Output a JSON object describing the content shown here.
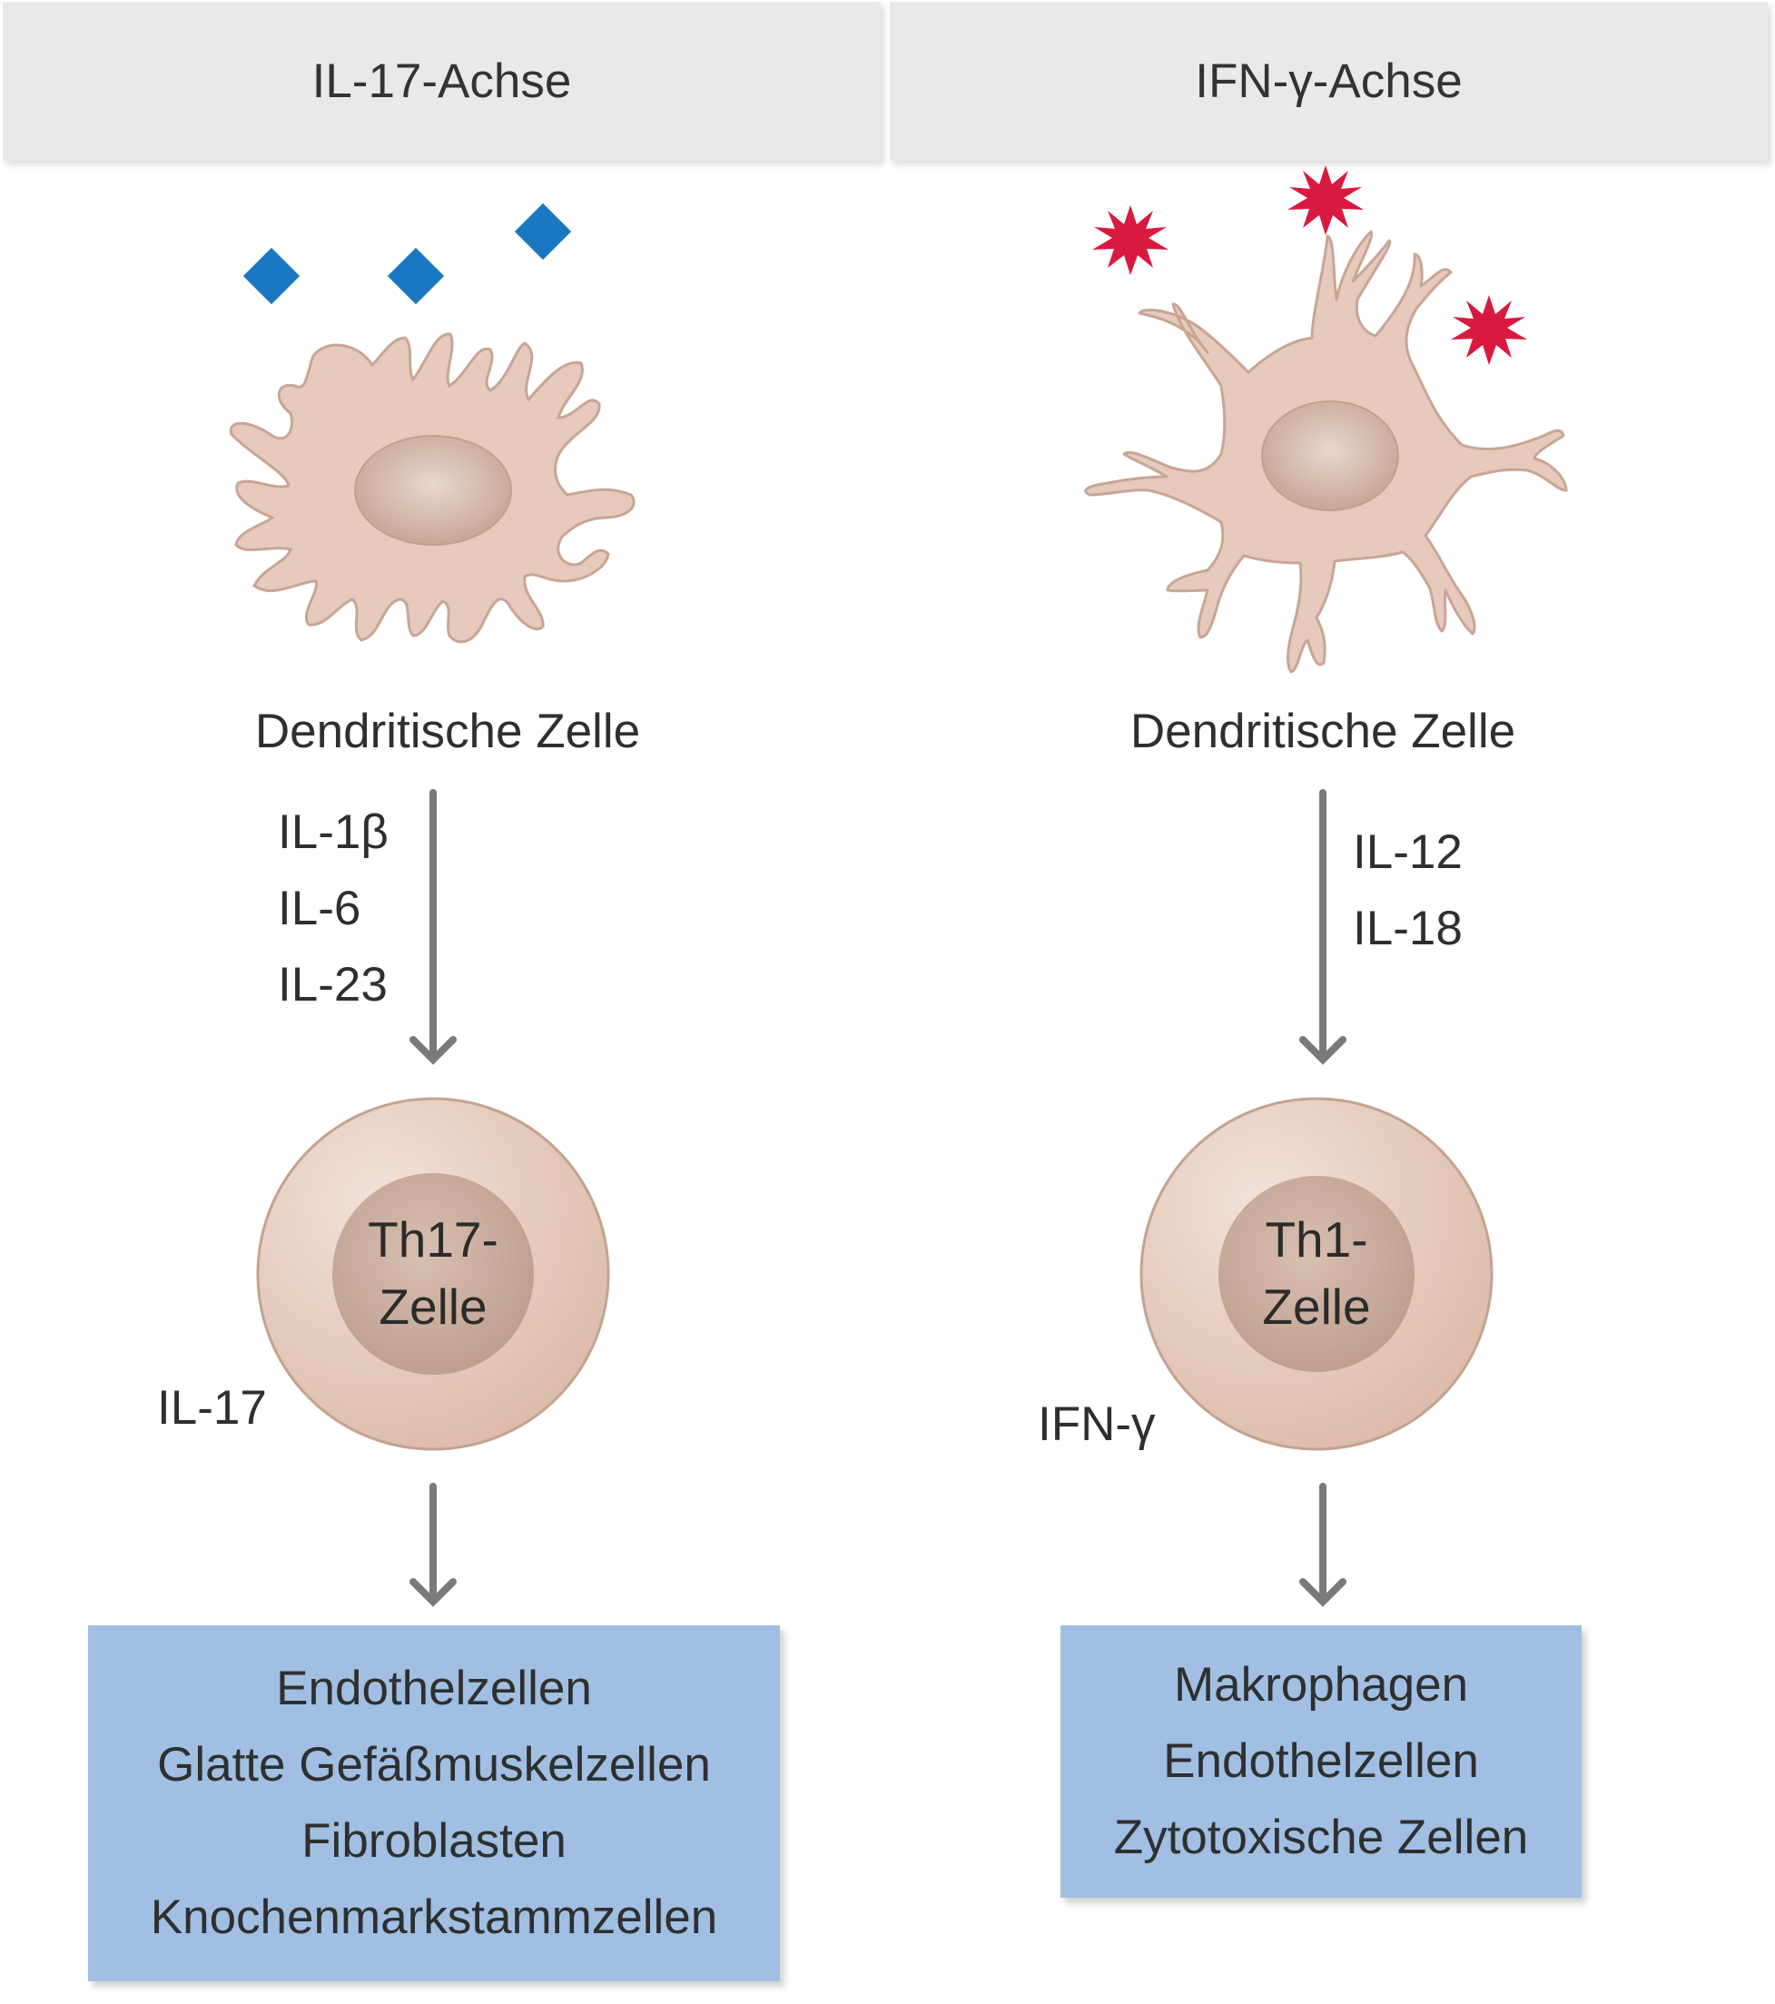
{
  "headers": {
    "left": "IL-17-Achse",
    "right": "IFN-γ-Achse"
  },
  "left": {
    "dc_label": "Dendritische Zelle",
    "cytokines": [
      "IL-1β",
      "IL-6",
      "IL-23"
    ],
    "tcell_label_line1": "Th17-",
    "tcell_label_line2": "Zelle",
    "effector": "IL-17",
    "targets": [
      "Endothelzellen",
      "Glatte Gefäßmuskelzellen",
      "Fibroblasten",
      "Knochenmarkstammzellen"
    ]
  },
  "right": {
    "dc_label": "Dendritische Zelle",
    "cytokines": [
      "IL-12",
      "IL-18"
    ],
    "tcell_label_line1": "Th1-",
    "tcell_label_line2": "Zelle",
    "effector": "IFN-γ",
    "targets": [
      "Makrophagen",
      "Endothelzellen",
      "Zytotoxische Zellen"
    ]
  },
  "colors": {
    "header_bg": "#e9e9e9",
    "cell_body": "#e6cbbd",
    "nucleus": "#c7a797",
    "diamond": "#1a78c2",
    "star": "#d9193f",
    "arrow": "#7a7a7a",
    "target_box": "#a0bfe3"
  },
  "icons": {
    "left_antigen": "blue-diamond-icon",
    "right_antigen": "red-star-icon"
  }
}
